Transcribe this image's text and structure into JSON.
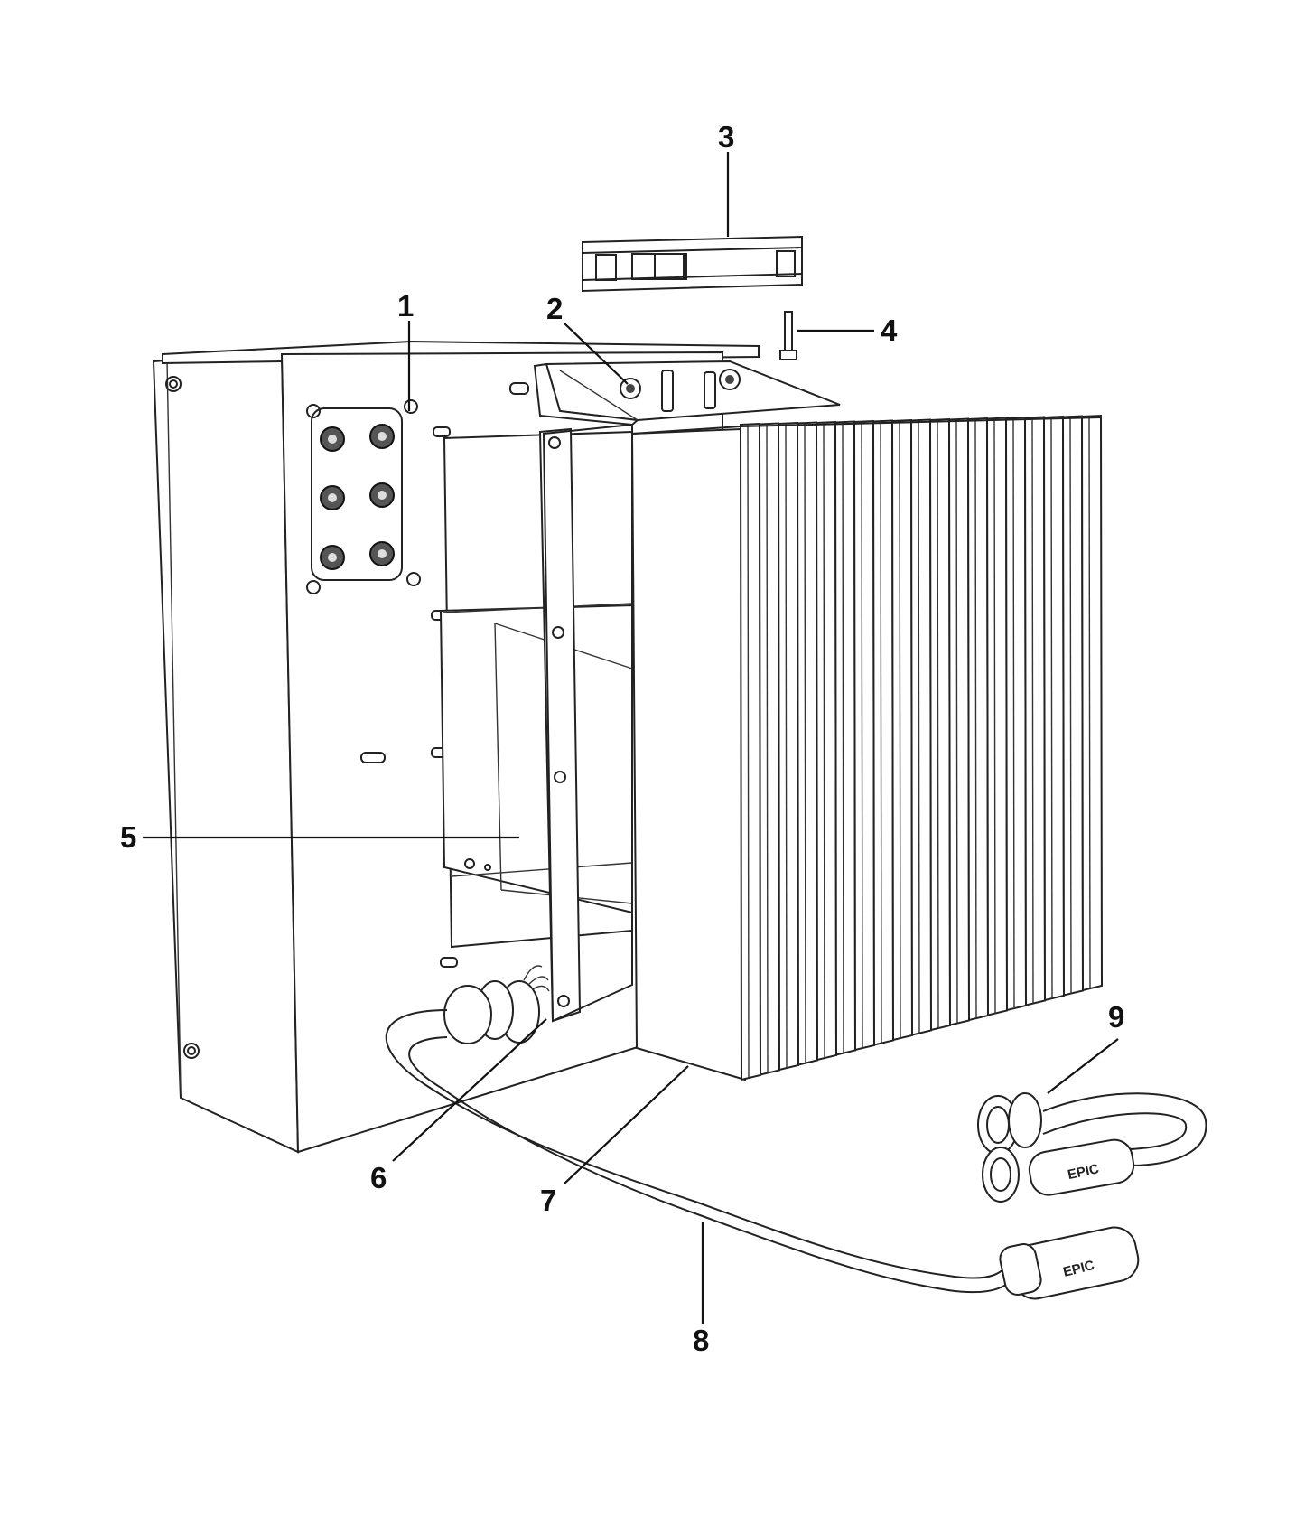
{
  "callouts": [
    {
      "number": "1"
    },
    {
      "number": "2"
    },
    {
      "number": "3"
    },
    {
      "number": "4"
    },
    {
      "number": "5"
    },
    {
      "number": "6"
    },
    {
      "number": "7"
    },
    {
      "number": "8"
    },
    {
      "number": "9"
    }
  ],
  "connector_brand": "EPIC"
}
